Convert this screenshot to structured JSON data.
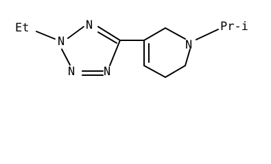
{
  "molecule": {
    "ethyl_label": "Et",
    "tetrazole_n2_label": "N",
    "tetrazole_n1_label": "N",
    "tetrazole_n3_label": "N",
    "tetrazole_n4_label": "N",
    "piperidine_n_label": "N",
    "isopropyl_label": "Pr-i"
  },
  "colors": {
    "bond": "#000000",
    "text": "#000000",
    "background": "#ffffff"
  }
}
